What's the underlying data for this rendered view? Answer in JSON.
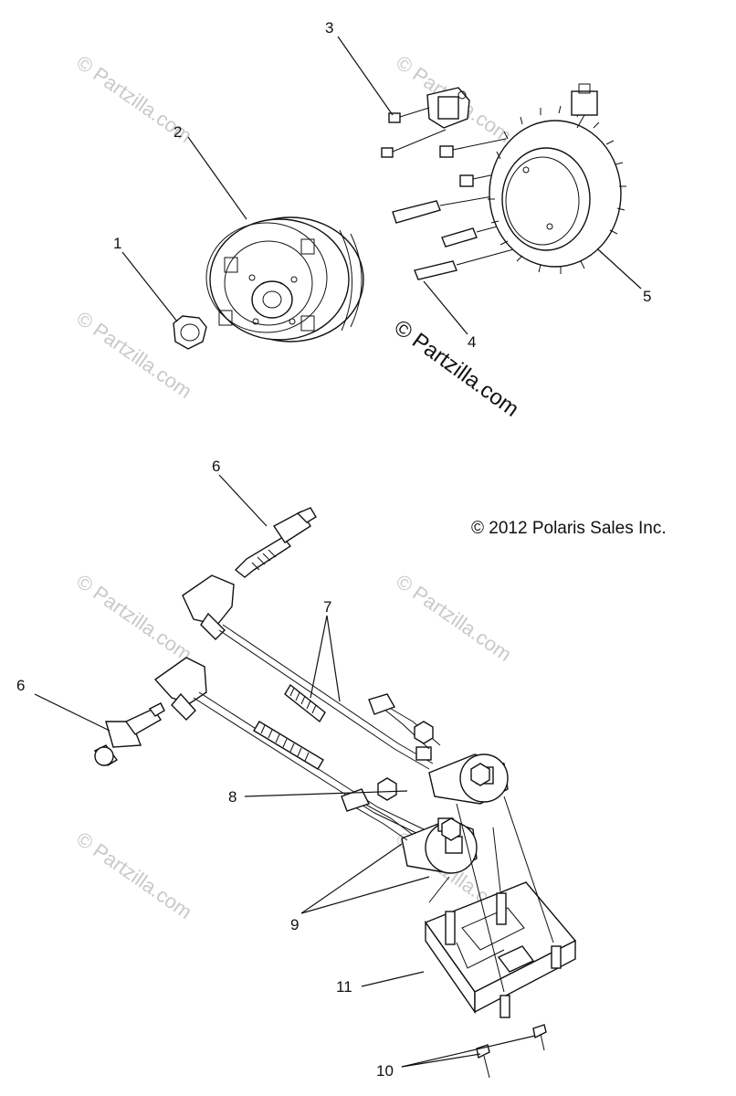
{
  "diagram": {
    "callouts": [
      "1",
      "2",
      "3",
      "4",
      "5",
      "6",
      "6",
      "7",
      "8",
      "9",
      "10",
      "11"
    ],
    "brand_watermark": "© Partzilla.com",
    "copyright": "© 2012 Polaris Sales Inc.",
    "faint_watermark": "© Partzilla.com"
  }
}
